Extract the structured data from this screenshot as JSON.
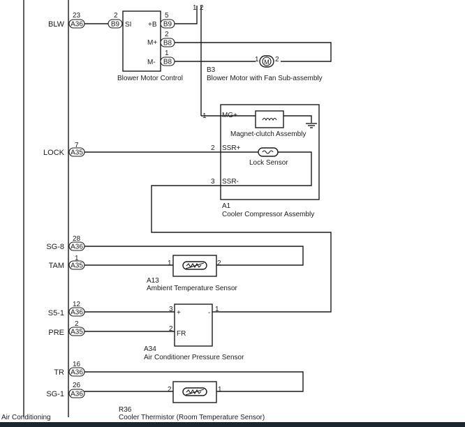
{
  "left_unit": {
    "name": "Air Conditioning"
  },
  "signals": [
    {
      "name": "BLW",
      "pin": "23",
      "conn": "A36"
    },
    {
      "name": "LOCK",
      "pin": "7",
      "conn": "A35"
    },
    {
      "name": "SG-8",
      "pin": "28",
      "conn": "A36"
    },
    {
      "name": "TAM",
      "pin": "1",
      "conn": "A35"
    },
    {
      "name": "S5-1",
      "pin": "12",
      "conn": "A36"
    },
    {
      "name": "PRE",
      "pin": "2",
      "conn": "A35"
    },
    {
      "name": "TR",
      "pin": "16",
      "conn": "A36"
    },
    {
      "name": "SG-1",
      "pin": "26",
      "conn": "A36"
    }
  ],
  "top_wires": [
    "1",
    "2"
  ],
  "blower_control": {
    "label": "Blower Motor Control",
    "si_pin": "2",
    "si_conn": "B9",
    "si_label": "SI",
    "plus_b_pin": "5",
    "plus_b_conn": "B9",
    "plus_b_label": "+B",
    "m_plus_pin": "2",
    "m_plus_conn": "B8",
    "m_plus_label": "M+",
    "m_minus_pin": "1",
    "m_minus_conn": "B8",
    "m_minus_label": "M-"
  },
  "blower_motor": {
    "code": "B3",
    "label": "Blower Motor with Fan Sub-assembly",
    "pin1": "1",
    "pin2": "2",
    "symbol": "M"
  },
  "compressor": {
    "code": "A1",
    "label": "Cooler Compressor Assembly",
    "mg_pin": "1",
    "mg_label": "MG+",
    "ssr_plus_pin": "2",
    "ssr_plus_label": "SSR+",
    "ssr_minus_pin": "3",
    "ssr_minus_label": "SSR-",
    "clutch_label": "Magnet-clutch Assembly",
    "sensor_label": "Lock Sensor"
  },
  "ambient_sensor": {
    "code": "A13",
    "label": "Ambient Temperature Sensor",
    "pin1": "1",
    "pin2": "2"
  },
  "pressure_sensor": {
    "code": "A34",
    "label": "Air Conditioner Pressure Sensor",
    "pin3": "3",
    "pin2": "2",
    "pin1": "1",
    "plus_label": "+",
    "fr_label": "FR",
    "minus_label": "-"
  },
  "room_thermistor": {
    "code": "R36",
    "label": "Cooler Thermistor (Room Temperature Sensor)",
    "pin2": "2",
    "pin1": "1"
  }
}
